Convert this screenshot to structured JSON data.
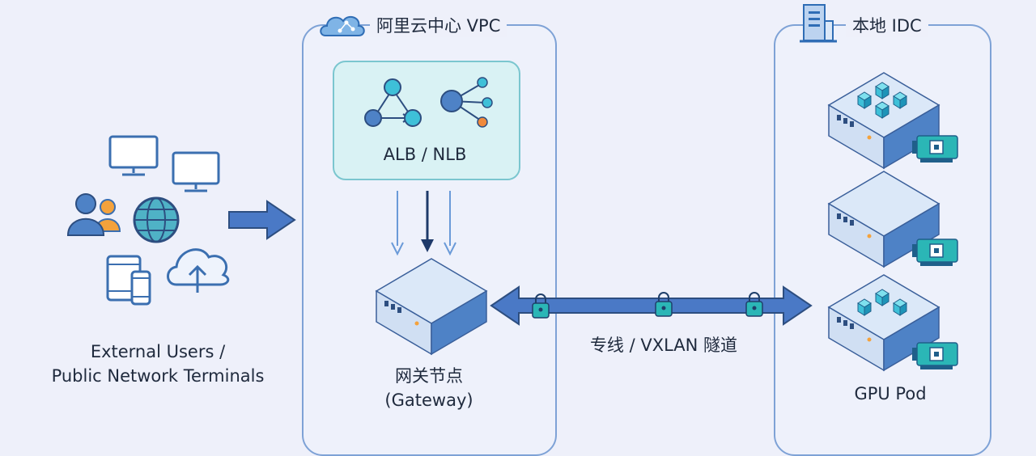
{
  "users": {
    "line1": "External Users /",
    "line2": "Public Network Terminals"
  },
  "vpc": {
    "title": "阿里云中心 VPC"
  },
  "load_balancer": {
    "label": "ALB / NLB"
  },
  "gateway": {
    "line1": "网关节点",
    "line2": "(Gateway)"
  },
  "tunnel": {
    "label": "专线 / VXLAN 隧道"
  },
  "idc": {
    "title": "本地 IDC"
  },
  "gpu_pod": {
    "label": "GPU Pod"
  },
  "colors": {
    "panel_border": "#7ea2d6",
    "lb_fill": "#d9f2f4",
    "lb_border": "#7bc6cf",
    "arrow_blue": "#4a79c6",
    "server_top": "#dbe8f8",
    "server_side": "#4e82c6",
    "cube": "#3ec0d8",
    "lock": "#2bb6b6",
    "chip": "#2bb6b6"
  },
  "icons": [
    "cloud-icon",
    "building-icon",
    "monitor-icon",
    "users-icon",
    "globe-icon",
    "tablet-icon",
    "phone-icon",
    "cloud-upload-icon",
    "triangle-nodes-icon",
    "hub-nodes-icon",
    "server-icon",
    "lock-icon",
    "gpu-card-icon",
    "cube-icon"
  ]
}
